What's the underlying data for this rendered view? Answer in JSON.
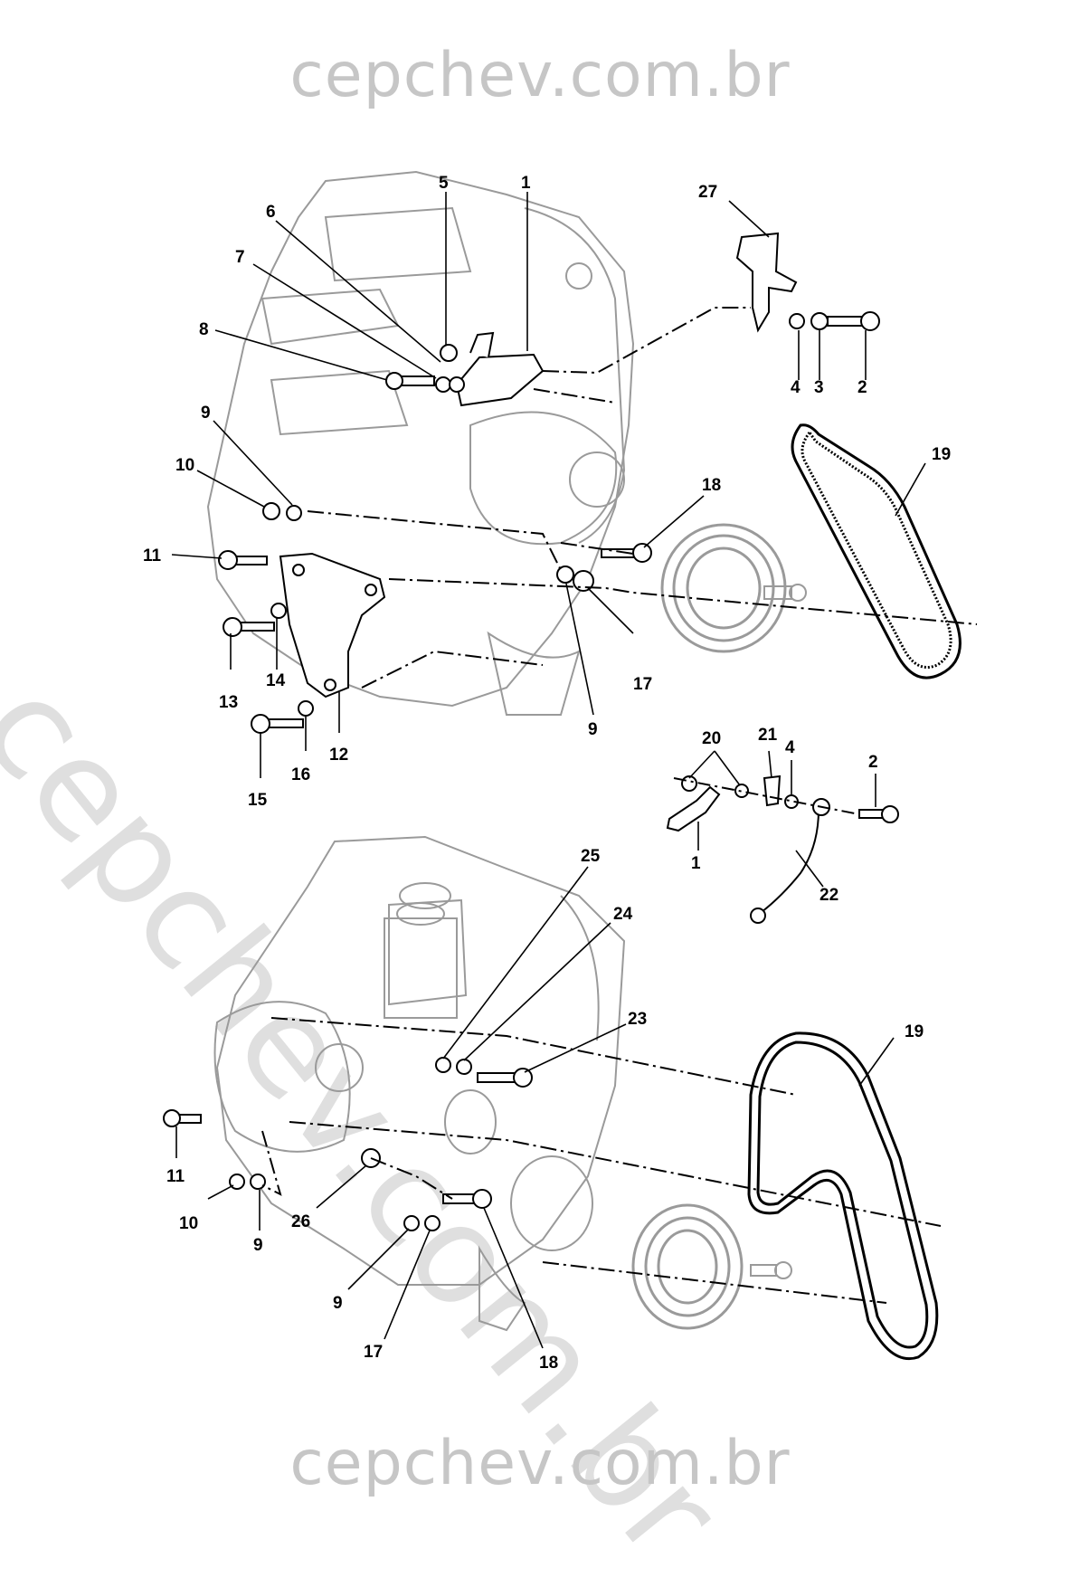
{
  "watermark": {
    "top": "cepchev.com.br",
    "bottom": "cepchev.com.br",
    "diagonal": "cepchev.com.br"
  },
  "callouts": {
    "top_assembly": [
      "5",
      "1",
      "27",
      "6",
      "7",
      "8",
      "4",
      "3",
      "2",
      "9",
      "10",
      "19",
      "18",
      "11",
      "13",
      "14",
      "17",
      "9",
      "12",
      "16",
      "15"
    ],
    "detail": [
      "20",
      "21",
      "4",
      "2",
      "1",
      "22"
    ],
    "bottom_assembly": [
      "25",
      "24",
      "23",
      "19",
      "11",
      "10",
      "9",
      "26",
      "9",
      "17",
      "18"
    ]
  },
  "colors": {
    "line": "#000000",
    "engine_gray": "#9a9a9a",
    "watermark": "#c6c6c6"
  }
}
